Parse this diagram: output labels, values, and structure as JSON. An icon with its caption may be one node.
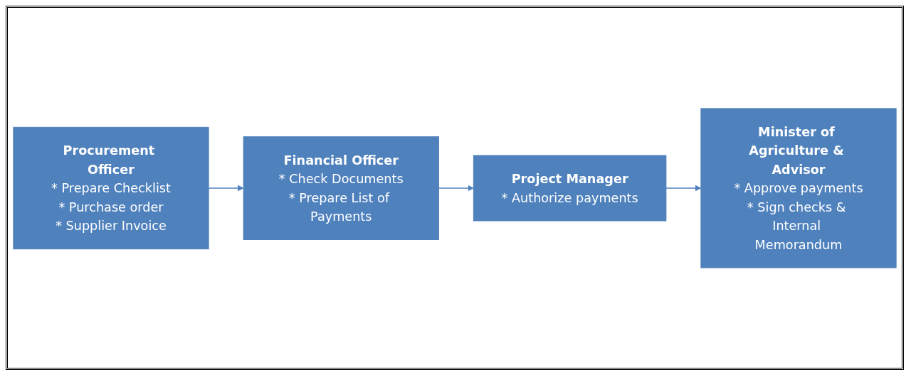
{
  "diagram": {
    "nodes": [
      {
        "text": [
          "Procurement Officer",
          "* Prepare Checklist",
          "* Purchase order",
          "* Supplier Invoice"
        ]
      },
      {
        "text": [
          "Financial Officer",
          "* Check Documents",
          "* Prepare List of Payments"
        ]
      },
      {
        "text": [
          "Project Manager",
          "* Authorize payments"
        ]
      },
      {
        "text": [
          "Minister of Agriculture & Advisor",
          "* Approve payments",
          "* Sign checks & Internal Memorandum"
        ]
      }
    ],
    "edges": [
      {
        "from": 0,
        "to": 1,
        "arrow": "to"
      },
      {
        "from": 1,
        "to": 2,
        "arrow": "to"
      },
      {
        "from": 2,
        "to": 3,
        "arrow": "to"
      }
    ]
  }
}
